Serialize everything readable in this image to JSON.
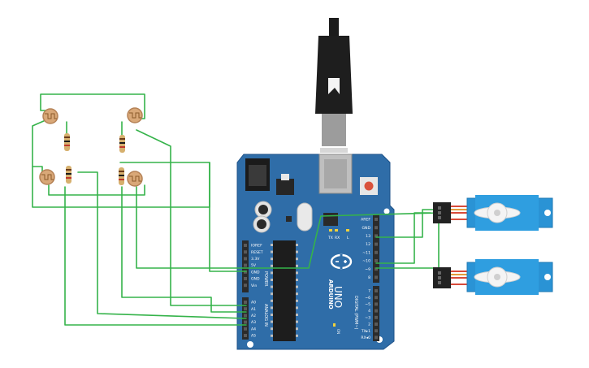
{
  "board": {
    "brand": "ARDUINO",
    "model": "UNO",
    "labels": {
      "power": "POWER",
      "analog_in": "ANALOG IN",
      "digital": "DIGITAL (PWM~)",
      "on": "ON",
      "tx": "TX",
      "rx": "RX",
      "l": "L"
    },
    "power_pins": [
      "IOREF",
      "RESET",
      "3.3V",
      "5V",
      "GND",
      "GND",
      "Vin"
    ],
    "analog_pins": [
      "A0",
      "A1",
      "A2",
      "A3",
      "A4",
      "A5"
    ],
    "digital_top": [
      "AREF",
      "GND",
      "13",
      "12",
      "~11",
      "~10",
      "~9",
      "8"
    ],
    "digital_bottom": [
      "7",
      "~6",
      "~5",
      "4",
      "~3",
      "2",
      "TX▸1",
      "RX◂0"
    ]
  },
  "components": {
    "photoresistors": [
      "ldr-top-left",
      "ldr-top-right",
      "ldr-bottom-left",
      "ldr-bottom-right"
    ],
    "resistors": [
      "resistor-1",
      "resistor-2",
      "resistor-3",
      "resistor-4"
    ],
    "servos": [
      "servo-top",
      "servo-bottom"
    ],
    "usb_cable": "usb-cable"
  },
  "colors": {
    "board": "#2f6da8",
    "wire": "#35b34a",
    "servo_body": "#2a93d5",
    "servo_horn": "#ffffff",
    "header": "#2b2b2b",
    "resistor": "#d6b06e"
  }
}
